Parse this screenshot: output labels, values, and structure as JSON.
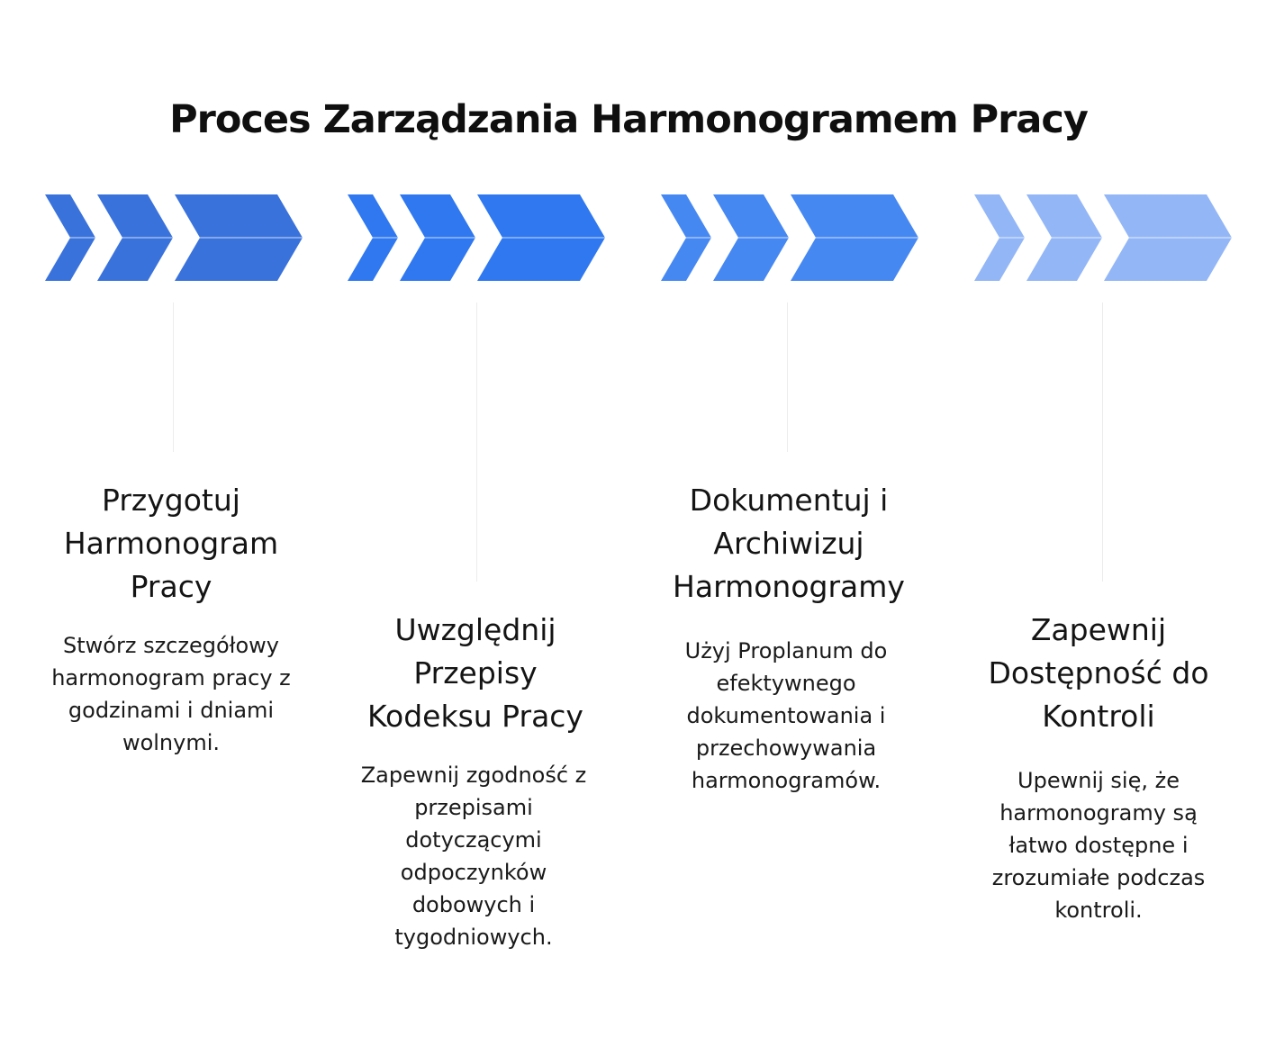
{
  "title": "Proces Zarządzania Harmonogramem Pracy",
  "steps": [
    {
      "heading": "Przygotuj Harmonogram Pracy",
      "description": "Stwórz szczegółowy harmonogram pracy z godzinami i dniami wolnymi.",
      "color": "#3a72dc"
    },
    {
      "heading": "Uwzględnij Przepisy Kodeksu Pracy",
      "description": "Zapewnij zgodność z przepisami dotyczącymi odpoczynków dobowych i tygodniowych.",
      "color": "#2f78f0"
    },
    {
      "heading": "Dokumentuj i Archiwizuj Harmonogramy",
      "description": "Użyj Proplanum do efektywnego dokumentowania i przechowywania harmonogramów.",
      "color": "#4688f2"
    },
    {
      "heading": "Zapewnij Dostępność do Kontroli",
      "description": "Upewnij się, że harmonogramy są łatwo dostępne i zrozumiałe podczas kontroli.",
      "color": "#93b6f6"
    }
  ]
}
